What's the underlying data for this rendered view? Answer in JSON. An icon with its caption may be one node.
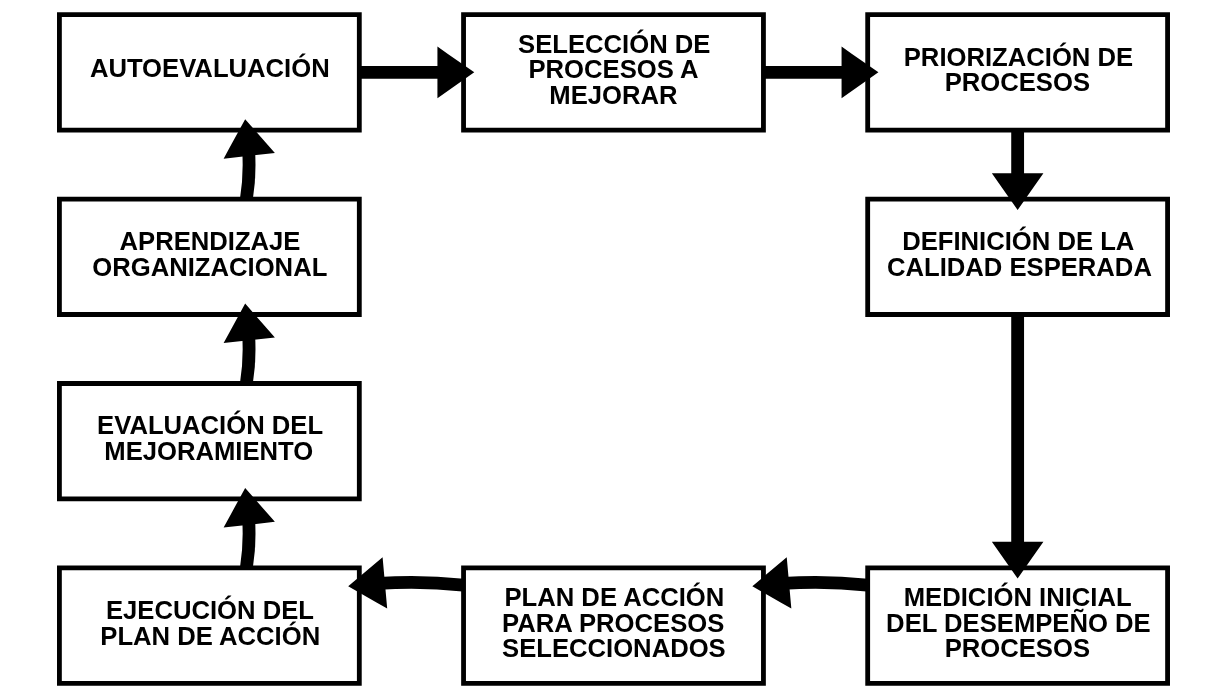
{
  "diagram": {
    "nodes": [
      {
        "text": [
          "AUTOEVALUACIÓN"
        ]
      },
      {
        "text": [
          "SELECCIÓN DE PROCESOS A MEJORAR"
        ]
      },
      {
        "text": [
          "PRIORIZACIÓN DE PROCESOS"
        ]
      },
      {
        "text": [
          "APRENDIZAJE ORGANIZACIONAL"
        ]
      },
      {
        "text": [
          "DEFINICIÓN DE LA CALIDAD ESPERADA"
        ]
      },
      {
        "text": [
          "EVALUACIÓN DEL MEJORAMIENTO"
        ]
      },
      {
        "text": [
          "EJECUCIÓN DEL PLAN DE ACCIÓN"
        ]
      },
      {
        "text": [
          "PLAN DE ACCIÓN PARA PROCESOS SELECCIONADOS"
        ]
      },
      {
        "text": [
          "MEDICIÓN INICIAL DEL DESEMPEÑO DE PROCESOS"
        ]
      }
    ],
    "edges": [
      {
        "from": 0,
        "to": 1,
        "arrow": "to"
      },
      {
        "from": 1,
        "to": 2,
        "arrow": "to"
      },
      {
        "from": 2,
        "to": 4,
        "arrow": "to"
      },
      {
        "from": 4,
        "to": 8,
        "arrow": "to"
      },
      {
        "from": 8,
        "to": 7,
        "arrow": "to"
      },
      {
        "from": 7,
        "to": 6,
        "arrow": "to"
      },
      {
        "from": 6,
        "to": 5,
        "arrow": "to"
      },
      {
        "from": 5,
        "to": 3,
        "arrow": "to"
      },
      {
        "from": 3,
        "to": 0,
        "arrow": "to"
      }
    ]
  }
}
